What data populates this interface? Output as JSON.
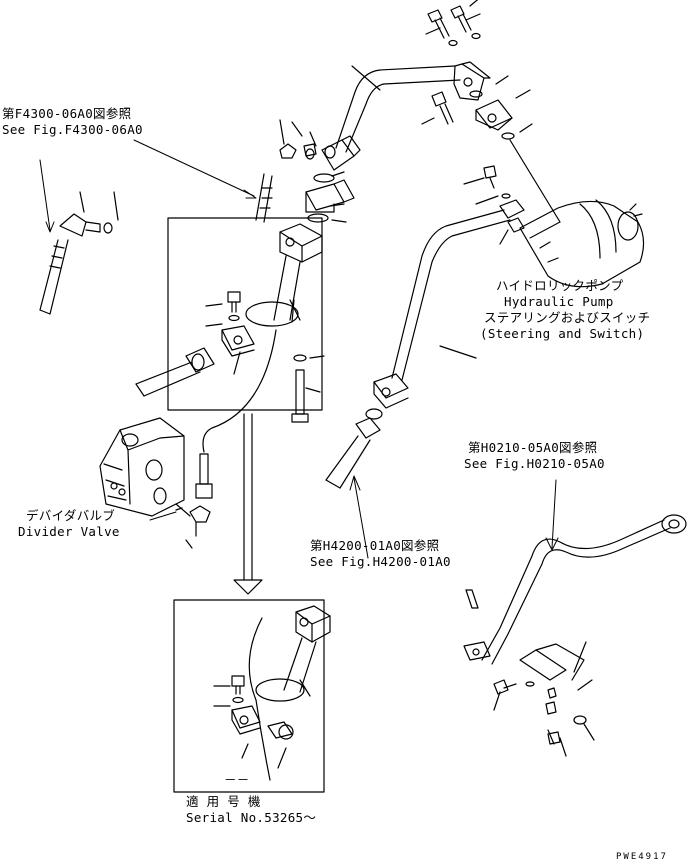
{
  "refs": {
    "f4300_jp": "第F4300-06A0図参照",
    "f4300_en": "See Fig.F4300-06A0",
    "h4200_jp": "第H4200-01A0図参照",
    "h4200_en": "See Fig.H4200-01A0",
    "h0210_jp": "第H0210-05A0図参照",
    "h0210_en": "See Fig.H0210-05A0"
  },
  "components": {
    "pump_jp": "ハイドロリックポンプ",
    "pump_en": "Hydraulic Pump",
    "steer_jp": "ステアリングおよびスイッチ",
    "steer_en": "(Steering and Switch)",
    "divider_jp": "デバイダバルブ",
    "divider_en": "Divider Valve"
  },
  "serial": {
    "dash": "－－",
    "label_jp": "適 用 号 機",
    "label_en": "Serial No.53265～"
  },
  "footer": {
    "code": "PWE4917"
  }
}
